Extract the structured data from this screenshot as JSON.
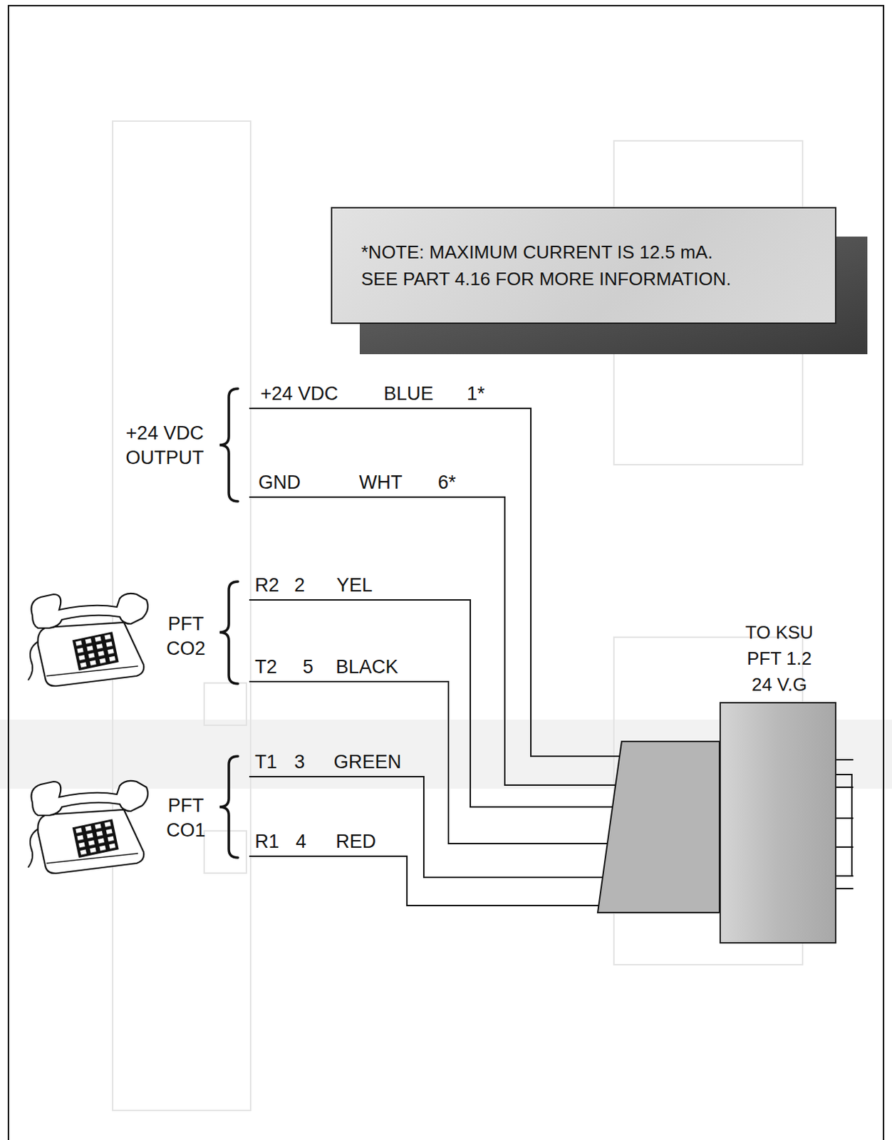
{
  "diagram": {
    "nodes": [
      {
        "text": [
          "*NOTE: MAXIMUM CURRENT IS 12.5 mA. SEE PART 4.16 FOR MORE INFORMATION."
        ]
      },
      {
        "text": [
          "TO KSU PFT 1.2 24 V.G"
        ]
      }
    ],
    "labels": [
      "+24 VDC OUTPUT",
      "+24 VDC",
      "BLUE",
      "1*",
      "GND",
      "WHT",
      "6*",
      "PFT CO2",
      "R2",
      "2",
      "YEL",
      "T2",
      "5",
      "BLACK",
      "PFT CO1",
      "T1",
      "3",
      "GREEN",
      "R1",
      "4",
      "RED"
    ]
  }
}
